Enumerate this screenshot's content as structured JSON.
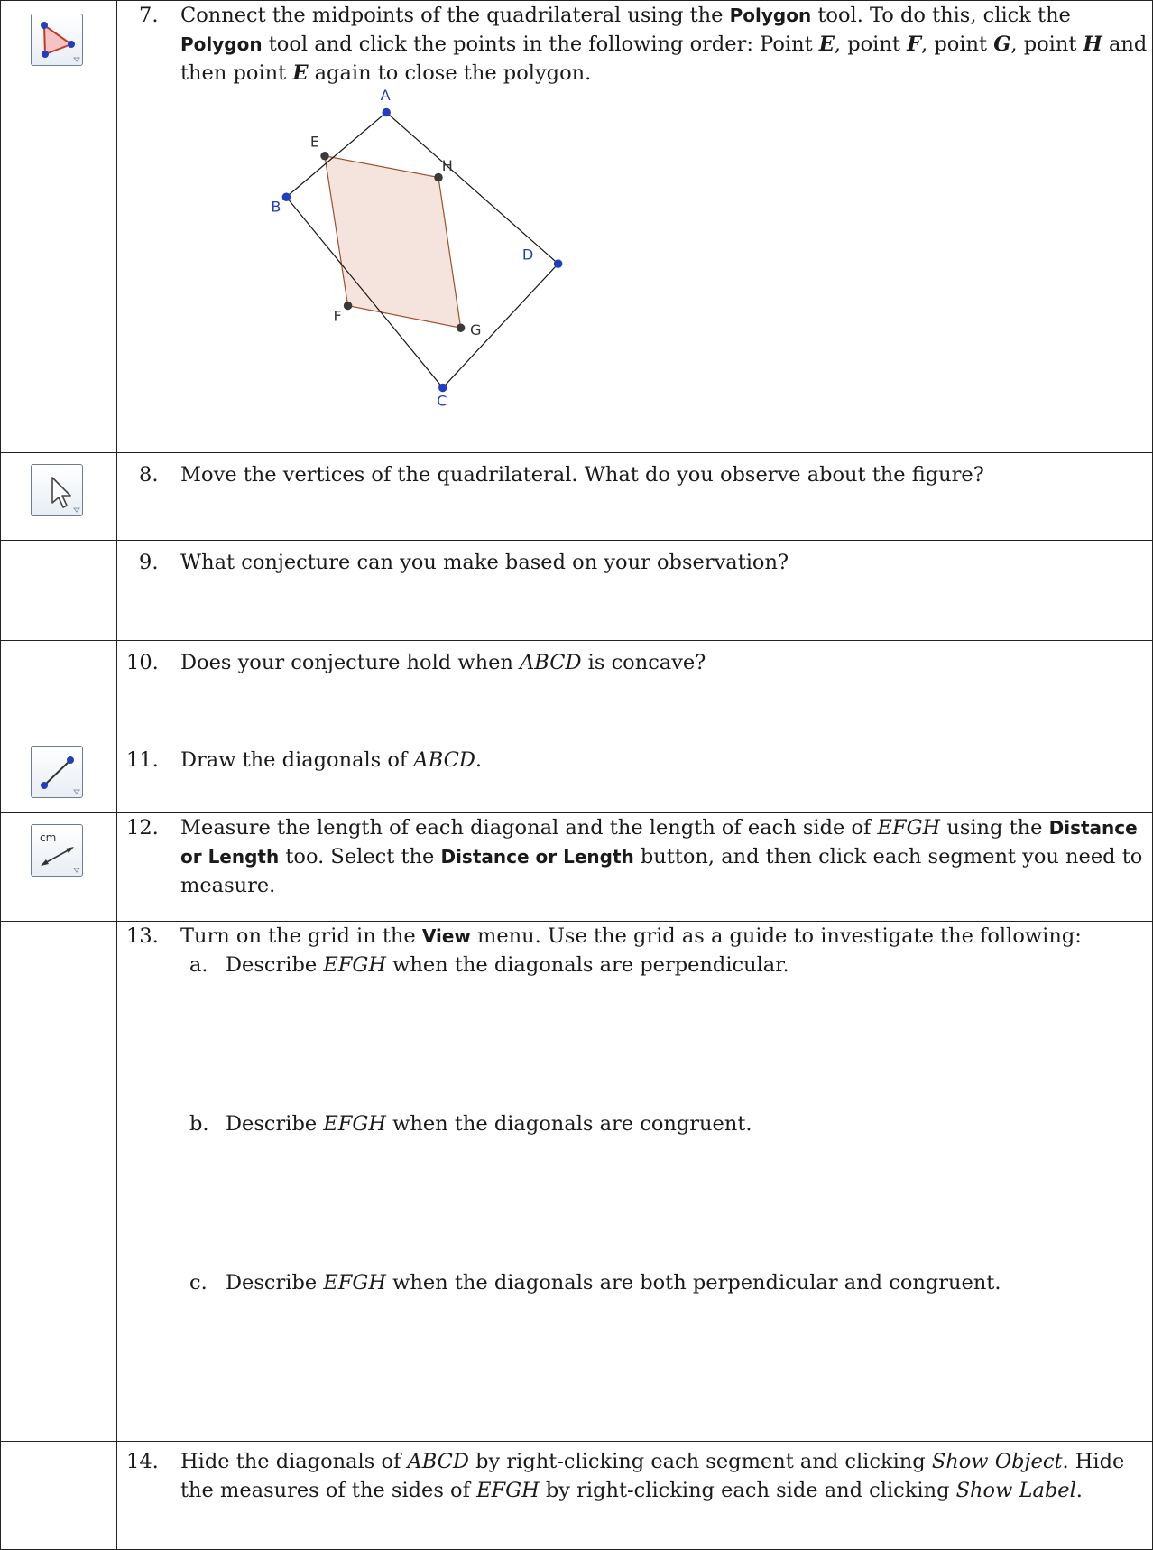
{
  "steps": [
    {
      "number": "7.",
      "tool": "polygon-tool-icon",
      "parts": [
        {
          "t": "Connect the midpoints of the quadrilateral using the "
        },
        {
          "t": "Polygon",
          "s": "b"
        },
        {
          "t": " tool. To do this, click the "
        },
        {
          "t": "Polygon",
          "s": "b"
        },
        {
          "t": " tool and click the points in the following order: Point "
        },
        {
          "t": "E",
          "s": "bi"
        },
        {
          "t": ", point "
        },
        {
          "t": "F",
          "s": "bi"
        },
        {
          "t": ", point "
        },
        {
          "t": "G",
          "s": "bi"
        },
        {
          "t": ", point "
        },
        {
          "t": "H",
          "s": "bi"
        },
        {
          "t": " and then point "
        },
        {
          "t": "E",
          "s": "bi"
        },
        {
          "t": " again to close the polygon."
        }
      ]
    },
    {
      "number": "8.",
      "tool": "move-tool-icon",
      "parts": [
        {
          "t": "Move the vertices of the quadrilateral. What do you observe about the figure?"
        }
      ]
    },
    {
      "number": "9.",
      "tool": "",
      "parts": [
        {
          "t": "What conjecture can you make based on your observation?"
        }
      ]
    },
    {
      "number": "10.",
      "tool": "",
      "parts": [
        {
          "t": "Does your conjecture hold when  "
        },
        {
          "t": "ABCD",
          "s": "i"
        },
        {
          "t": "  is concave?"
        }
      ]
    },
    {
      "number": "11.",
      "tool": "segment-tool-icon",
      "parts": [
        {
          "t": "Draw the diagonals of "
        },
        {
          "t": "ABCD",
          "s": "i"
        },
        {
          "t": "."
        }
      ]
    },
    {
      "number": "12.",
      "tool": "distance-tool-icon",
      "parts": [
        {
          "t": "Measure the length of each diagonal and the length of each side of "
        },
        {
          "t": "EFGH",
          "s": "i"
        },
        {
          "t": " using the "
        },
        {
          "t": "Distance or Length",
          "s": "b"
        },
        {
          "t": " too. Select the "
        },
        {
          "t": "Distance or Length",
          "s": "b"
        },
        {
          "t": " button, and then click each segment you need to measure."
        }
      ]
    },
    {
      "number": "13.",
      "tool": "",
      "parts": [
        {
          "t": "Turn on the grid in the "
        },
        {
          "t": "View",
          "s": "b"
        },
        {
          "t": " menu.  Use the grid as a guide to investigate the following:"
        }
      ],
      "subitems": [
        {
          "letter": "a.",
          "parts": [
            {
              "t": "Describe "
            },
            {
              "t": "EFGH",
              "s": "i"
            },
            {
              "t": " when the diagonals are perpendicular."
            }
          ]
        },
        {
          "letter": "b.",
          "parts": [
            {
              "t": "Describe "
            },
            {
              "t": "EFGH",
              "s": "i"
            },
            {
              "t": " when the diagonals are congruent."
            }
          ]
        },
        {
          "letter": "c.",
          "parts": [
            {
              "t": "Describe "
            },
            {
              "t": "EFGH",
              "s": "i"
            },
            {
              "t": " when the diagonals are both perpendicular and congruent."
            }
          ]
        }
      ]
    },
    {
      "number": "14.",
      "tool": "",
      "parts": [
        {
          "t": "Hide the diagonals of "
        },
        {
          "t": "ABCD",
          "s": "i"
        },
        {
          "t": " by right-clicking each segment and clicking "
        },
        {
          "t": "Show Object",
          "s": "i"
        },
        {
          "t": ".  Hide the measures of the sides of "
        },
        {
          "t": "EFGH",
          "s": "i"
        },
        {
          "t": " by right-clicking each side and clicking "
        },
        {
          "t": "Show Label",
          "s": "i"
        },
        {
          "t": "."
        }
      ]
    }
  ],
  "figure": {
    "outer_color": "#1a1a1a",
    "inner_color": "#a0522d",
    "fill_color": "#f5e4de",
    "vertex_color": "#1f3fbf",
    "midpoint_color": "#3a3a3a",
    "labels": {
      "A": "A",
      "B": "B",
      "C": "C",
      "D": "D",
      "E": "E",
      "F": "F",
      "G": "G",
      "H": "H"
    }
  },
  "icons": {
    "distance_unit": "cm"
  }
}
